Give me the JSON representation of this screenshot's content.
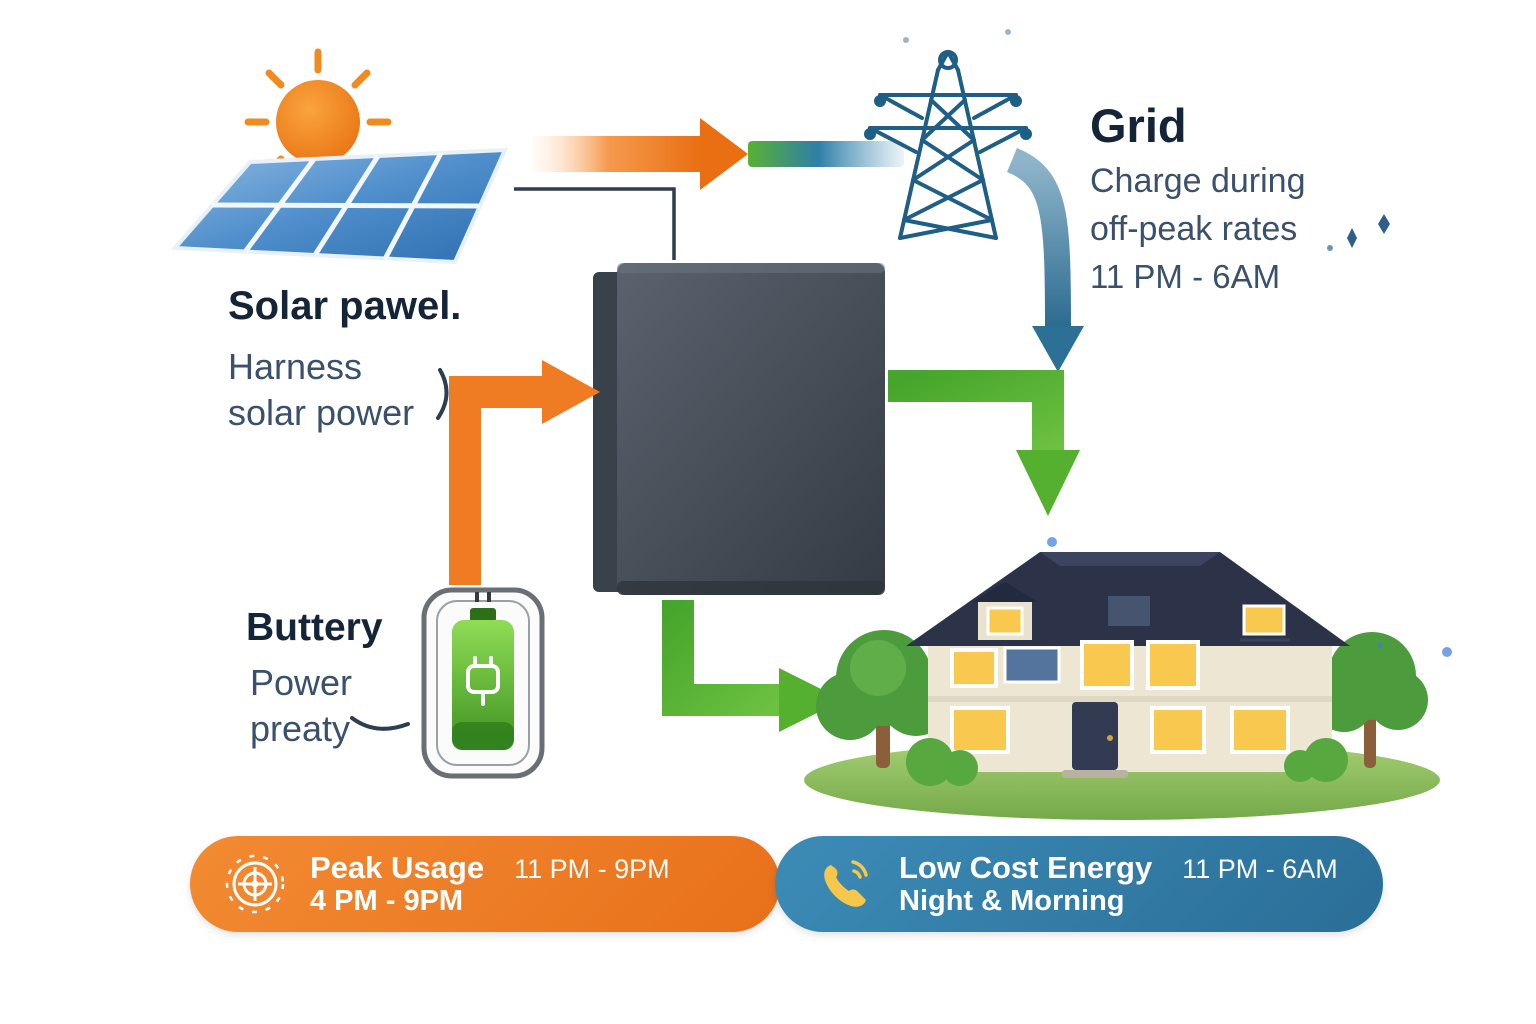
{
  "labels": {
    "solar": {
      "title": "Solar pawel.",
      "desc1": "Harness",
      "desc2": "solar power"
    },
    "grid": {
      "title": "Grid",
      "desc1": "Charge during",
      "desc2": "off-peak rates",
      "time": "11 PM - 6AM"
    },
    "battery": {
      "title": "Buttery",
      "desc1": "Power",
      "desc2": "preaty"
    }
  },
  "badges": {
    "peak": {
      "title": "Peak Usage",
      "range": "4 PM - 9PM",
      "time": "11 PM - 9PM"
    },
    "low": {
      "title": "Low Cost Energy",
      "subtitle": "Night & Morning",
      "time": "11 PM - 6AM"
    }
  },
  "icons": {
    "peak_badge": "radar-icon",
    "low_badge": "phone-icon",
    "top_left": "sun-icon and solar-panel",
    "top_right": "transmission-tower-icon",
    "center": "battery-storage-unit",
    "bottom_left": "home-battery-icon",
    "bottom_right": "house-illustration"
  },
  "colors": {
    "accent_orange": "#ee7320",
    "accent_green": "#55b02f",
    "accent_blue": "#2e7fa8",
    "heading_navy": "#152538",
    "body_slate": "#3a506b",
    "badge_orange": "#ed7c22",
    "badge_blue": "#35809f"
  }
}
